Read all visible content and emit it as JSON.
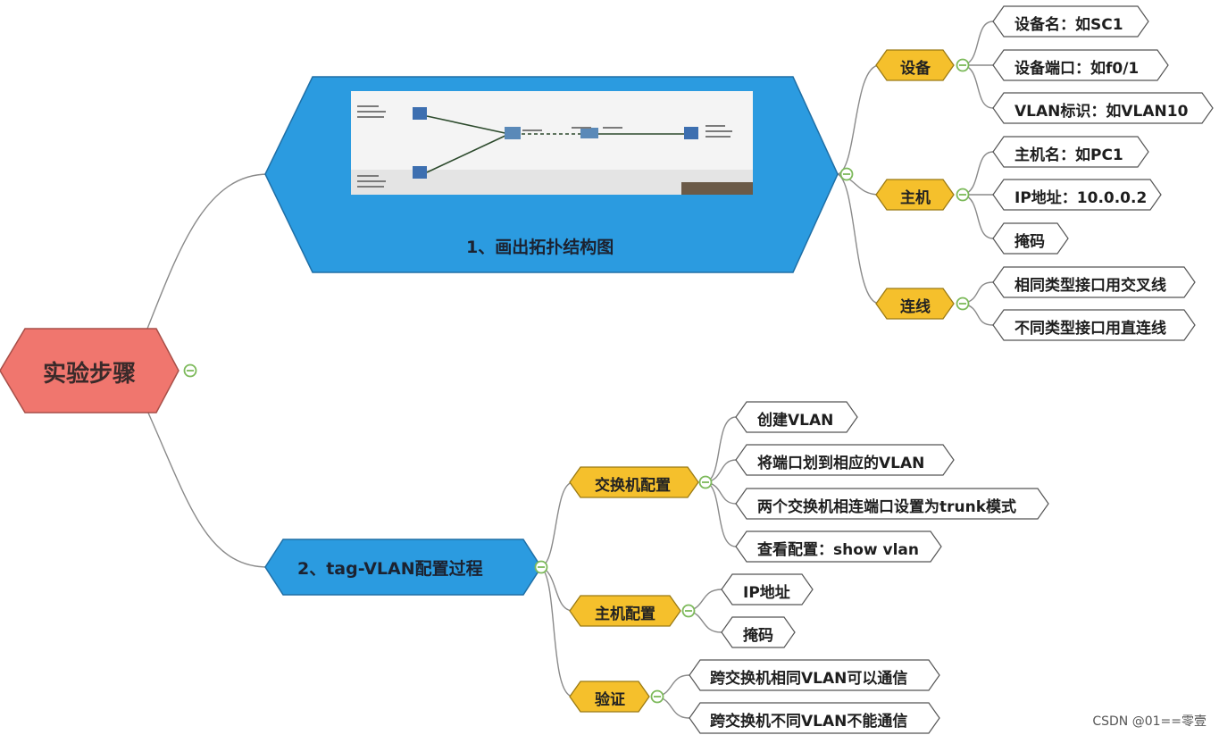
{
  "root": {
    "label": "实验步骤"
  },
  "topics": [
    {
      "label": "1、画出拓扑结构图",
      "groups": [
        {
          "label": "设备",
          "items": [
            "设备名：如SC1",
            "设备端口：如f0/1",
            "VLAN标识：如VLAN10"
          ]
        },
        {
          "label": "主机",
          "items": [
            "主机名：如PC1",
            "IP地址：10.0.0.2",
            "掩码"
          ]
        },
        {
          "label": "连线",
          "items": [
            "相同类型接口用交叉线",
            "不同类型接口用直连线"
          ]
        }
      ]
    },
    {
      "label": "2、tag-VLAN配置过程",
      "groups": [
        {
          "label": "交换机配置",
          "items": [
            "创建VLAN",
            "将端口划到相应的VLAN",
            "两个交换机相连端口设置为trunk模式",
            "查看配置：show vlan"
          ]
        },
        {
          "label": "主机配置",
          "items": [
            "IP地址",
            "掩码"
          ]
        },
        {
          "label": "验证",
          "items": [
            "跨交换机相同VLAN可以通信",
            "跨交换机不同VLAN不能通信"
          ]
        }
      ]
    }
  ],
  "watermark": "CSDN @01==零壹",
  "colors": {
    "root_fill": "#f0766e",
    "topic_fill": "#2b9be0",
    "group_fill": "#f5c02c",
    "leaf_fill": "#ffffff",
    "line": "#8a8a8a",
    "collapse_ring": "#7cb95a"
  }
}
